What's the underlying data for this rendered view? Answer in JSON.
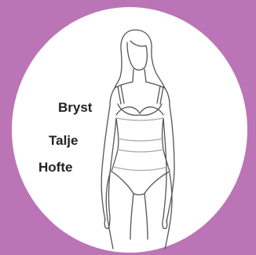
{
  "labels": {
    "bust": "Bryst",
    "waist": "Talje",
    "hip": "Hofte"
  },
  "colors": {
    "background": "#bb74b5",
    "circle": "#ffffff",
    "line": "#555555",
    "text": "#222222"
  }
}
